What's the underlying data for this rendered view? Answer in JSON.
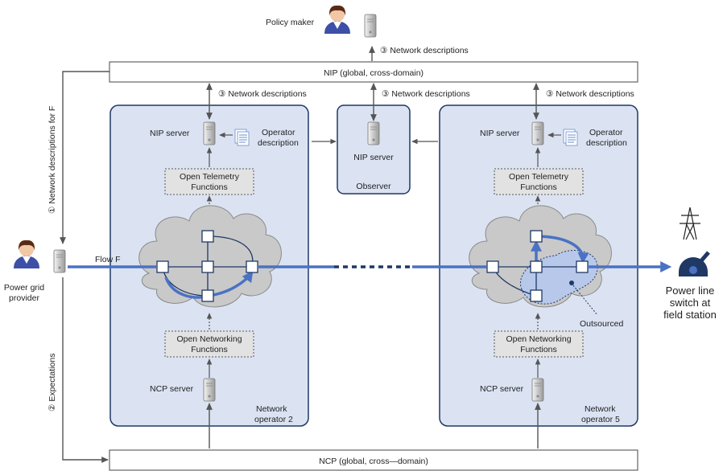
{
  "top": {
    "policy_maker": "Policy maker",
    "nip_bar": "NIP (global, cross-domain)",
    "ncp_bar": "NCP (global, cross—domain)",
    "net_desc_top": "③  Network descriptions",
    "net_desc_left": "③  Network descriptions",
    "net_desc_mid": "③  Network descriptions",
    "net_desc_right": "③  Network descriptions"
  },
  "left_side": {
    "provider_line1": "Power grid",
    "provider_line2": "provider",
    "vertical_network_desc": "①  Network descriptions for F",
    "vertical_expectations": "②  Expectations",
    "flow": "Flow F"
  },
  "operator2": {
    "nip_server": "NIP server",
    "operator_desc_1": "Operator",
    "operator_desc_2": "description",
    "otf_1": "Open Telemetry",
    "otf_2": "Functions",
    "onf_1": "Open Networking",
    "onf_2": "Functions",
    "ncp_server": "NCP server",
    "name_1": "Network",
    "name_2": "operator 2"
  },
  "observer": {
    "nip_server": "NIP server",
    "name": "Observer"
  },
  "operator5": {
    "nip_server": "NIP server",
    "operator_desc_1": "Operator",
    "operator_desc_2": "description",
    "otf_1": "Open Telemetry",
    "otf_2": "Functions",
    "onf_1": "Open Networking",
    "onf_2": "Functions",
    "ncp_server": "NCP server",
    "outsourced": "Outsourced",
    "name_1": "Network",
    "name_2": "operator 5"
  },
  "right_side": {
    "switch_1": "Power line",
    "switch_2": "switch at",
    "switch_3": "field station"
  },
  "colors": {
    "panel_fill": "#dbe3f3",
    "panel_stroke": "#1f3864",
    "flow_blue": "#4a72c4",
    "gray_box": "#e2e2e2",
    "cloud": "#c9c9c9"
  }
}
